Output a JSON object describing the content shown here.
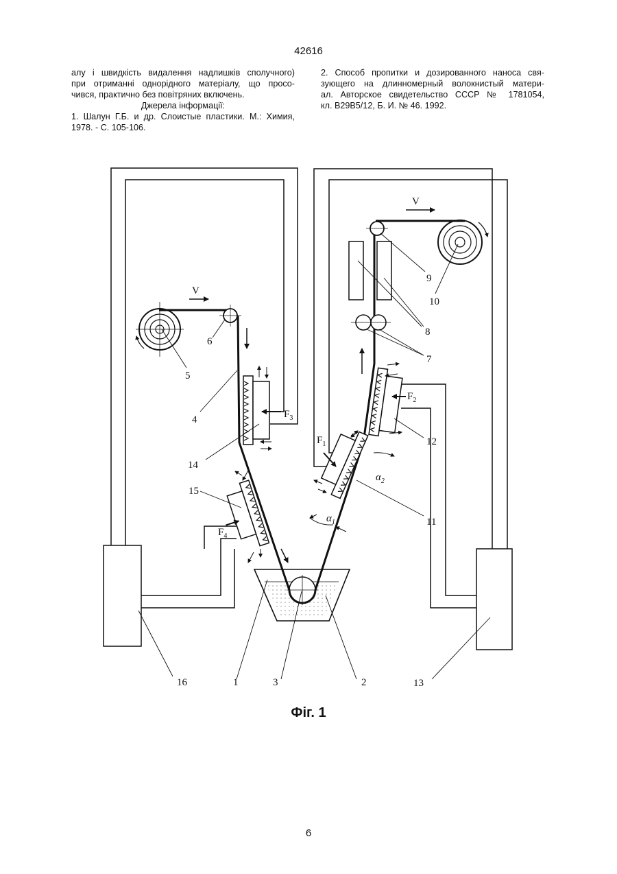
{
  "page_header": "42616",
  "left_column": {
    "lines": [
      "алу і швидкість видалення надлишків сполучного)",
      "при отриманні однорідного матеріалу, що просо-",
      "чився, практично без повітряних включень."
    ],
    "sources_heading": "Джерела інформації:",
    "source_lines": [
      "1. Шалун Г.Б. и др. Слоистые пластики. М.: Химия,",
      "1978. - С. 105-106."
    ]
  },
  "right_column": {
    "lines": [
      "2. Способ пропитки и дозированного наноса свя-",
      "зующего на длинномерный волокнистый матери-",
      "ал. Авторское свидетельство СССР № 1781054,",
      "кл. В29В5/12, Б. И. № 46. 1992."
    ]
  },
  "figure": {
    "caption": "Фіг. 1",
    "labels": {
      "v_left": "V",
      "v_right": "V",
      "n1": "1",
      "n2": "2",
      "n3": "3",
      "n4": "4",
      "n5": "5",
      "n6": "6",
      "n7": "7",
      "n8": "8",
      "n9": "9",
      "n10": "10",
      "n11": "11",
      "n12": "12",
      "n13": "13",
      "n14": "14",
      "n15": "15",
      "n16": "16",
      "f1": "F",
      "f1_sub": "1",
      "f2": "F",
      "f2_sub": "2",
      "f3": "F",
      "f3_sub": "3",
      "f4": "F",
      "f4_sub": "4",
      "a1": "α",
      "a1_sub": "1",
      "a2": "α",
      "a2_sub": "2"
    }
  },
  "page_number": "6"
}
